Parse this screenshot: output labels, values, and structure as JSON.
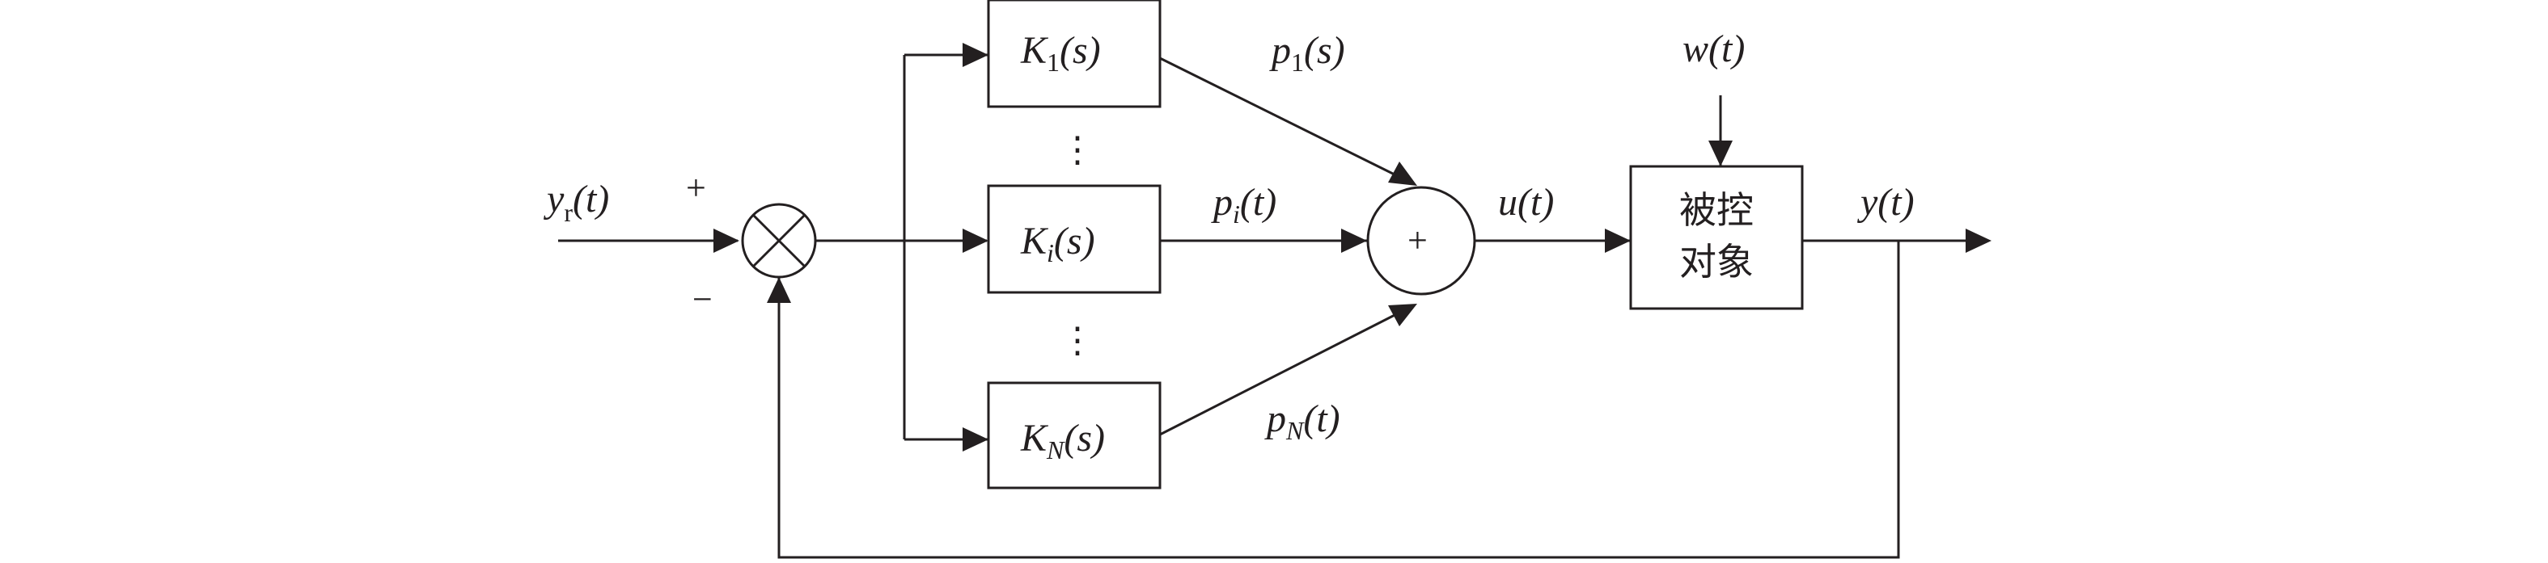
{
  "input_label": {
    "main": "y",
    "sub": "r",
    "arg": "(t)"
  },
  "sum_signs": {
    "plus": "+",
    "minus": "−"
  },
  "controllers": [
    {
      "main": "K",
      "sub": "1",
      "arg": "(s)",
      "out": {
        "main": "p",
        "sub": "1",
        "arg": "(s)"
      }
    },
    {
      "main": "K",
      "sub": "i",
      "arg": "(s)",
      "out": {
        "main": "p",
        "sub": "i",
        "arg": "(t)"
      }
    },
    {
      "main": "K",
      "sub": "N",
      "arg": "(s)",
      "out": {
        "main": "p",
        "sub": "N",
        "arg": "(t)"
      }
    }
  ],
  "ellipsis": "⋮",
  "adder_sign": "+",
  "control_signal": "u(t)",
  "disturbance": "w(t)",
  "plant": {
    "line1": "被控",
    "line2": "对象"
  },
  "output_label": "y(t)"
}
